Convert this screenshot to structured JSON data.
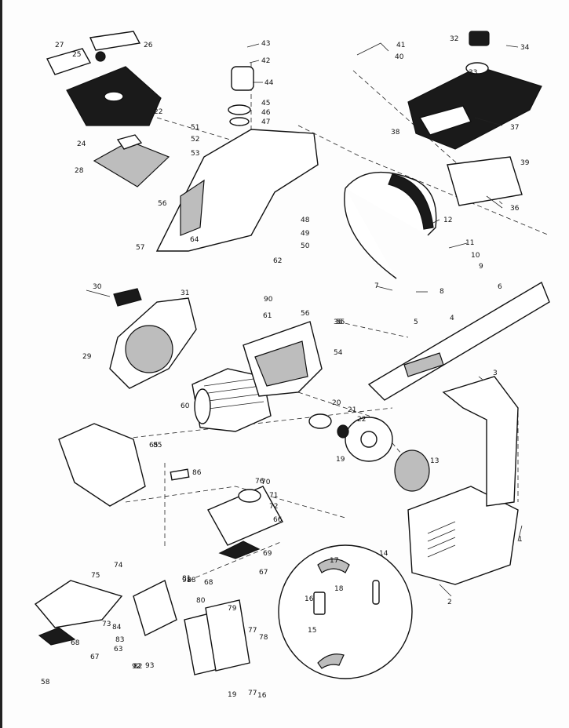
{
  "part_labels": [
    {
      "id": "p1",
      "text": "1"
    },
    {
      "id": "p2",
      "text": "2"
    },
    {
      "id": "p3",
      "text": "3"
    },
    {
      "id": "p4",
      "text": "4"
    },
    {
      "id": "p5",
      "text": "5"
    },
    {
      "id": "p6",
      "text": "6"
    },
    {
      "id": "p7",
      "text": "7"
    },
    {
      "id": "p8",
      "text": "8"
    },
    {
      "id": "p9",
      "text": "9"
    },
    {
      "id": "p10",
      "text": "10"
    },
    {
      "id": "p11",
      "text": "11"
    },
    {
      "id": "p12",
      "text": "12"
    },
    {
      "id": "p13",
      "text": "13"
    },
    {
      "id": "p14",
      "text": "14"
    },
    {
      "id": "p15",
      "text": "15"
    },
    {
      "id": "p16",
      "text": "16"
    },
    {
      "id": "p16b",
      "text": "16"
    },
    {
      "id": "p17",
      "text": "17"
    },
    {
      "id": "p18",
      "text": "18"
    },
    {
      "id": "p19",
      "text": "19"
    },
    {
      "id": "p19b",
      "text": "19"
    },
    {
      "id": "p20",
      "text": "20"
    },
    {
      "id": "p21",
      "text": "21"
    },
    {
      "id": "p22",
      "text": "22"
    },
    {
      "id": "p22b",
      "text": "22"
    },
    {
      "id": "p24",
      "text": "24"
    },
    {
      "id": "p25",
      "text": "25"
    },
    {
      "id": "p26",
      "text": "26"
    },
    {
      "id": "p27",
      "text": "27"
    },
    {
      "id": "p28",
      "text": "28"
    },
    {
      "id": "p29",
      "text": "29"
    },
    {
      "id": "p30",
      "text": "30"
    },
    {
      "id": "p31",
      "text": "31"
    },
    {
      "id": "p32",
      "text": "32"
    },
    {
      "id": "p33",
      "text": "33"
    },
    {
      "id": "p34",
      "text": "34"
    },
    {
      "id": "p35",
      "text": "35"
    },
    {
      "id": "p36",
      "text": "36"
    },
    {
      "id": "p37",
      "text": "37"
    },
    {
      "id": "p38",
      "text": "38"
    },
    {
      "id": "p39",
      "text": "39"
    },
    {
      "id": "p40",
      "text": "40"
    },
    {
      "id": "p41",
      "text": "41"
    },
    {
      "id": "p42",
      "text": "42"
    },
    {
      "id": "p43",
      "text": "43"
    },
    {
      "id": "p44",
      "text": "44"
    },
    {
      "id": "p45",
      "text": "45"
    },
    {
      "id": "p46",
      "text": "46"
    },
    {
      "id": "p47",
      "text": "47"
    },
    {
      "id": "p48",
      "text": "48"
    },
    {
      "id": "p49",
      "text": "49"
    },
    {
      "id": "p50",
      "text": "50"
    },
    {
      "id": "p51",
      "text": "51"
    },
    {
      "id": "p52",
      "text": "52"
    },
    {
      "id": "p53",
      "text": "53"
    },
    {
      "id": "p54",
      "text": "54"
    },
    {
      "id": "p55",
      "text": "55"
    },
    {
      "id": "p56",
      "text": "56"
    },
    {
      "id": "p56b",
      "text": "56"
    },
    {
      "id": "p57",
      "text": "57"
    },
    {
      "id": "p58",
      "text": "58"
    },
    {
      "id": "p60",
      "text": "60"
    },
    {
      "id": "p61",
      "text": "61"
    },
    {
      "id": "p62",
      "text": "62"
    },
    {
      "id": "p63",
      "text": "63"
    },
    {
      "id": "p64",
      "text": "64"
    },
    {
      "id": "p65",
      "text": "65"
    },
    {
      "id": "p66",
      "text": "66"
    },
    {
      "id": "p67",
      "text": "67"
    },
    {
      "id": "p67b",
      "text": "67"
    },
    {
      "id": "p68",
      "text": "68"
    },
    {
      "id": "p68b",
      "text": "68"
    },
    {
      "id": "p69",
      "text": "69"
    },
    {
      "id": "p70",
      "text": "70"
    },
    {
      "id": "p71",
      "text": "71"
    },
    {
      "id": "p72",
      "text": "72"
    },
    {
      "id": "p73",
      "text": "73"
    },
    {
      "id": "p74",
      "text": "74"
    },
    {
      "id": "p75",
      "text": "75"
    },
    {
      "id": "p76",
      "text": "76"
    },
    {
      "id": "p77",
      "text": "77"
    },
    {
      "id": "p77b",
      "text": "77"
    },
    {
      "id": "p78",
      "text": "78"
    },
    {
      "id": "p79",
      "text": "79"
    },
    {
      "id": "p80",
      "text": "80"
    },
    {
      "id": "p81",
      "text": "81"
    },
    {
      "id": "p82",
      "text": "82"
    },
    {
      "id": "p83",
      "text": "83"
    },
    {
      "id": "p84",
      "text": "84"
    },
    {
      "id": "p85",
      "text": "85"
    },
    {
      "id": "p86",
      "text": "86"
    },
    {
      "id": "p88",
      "text": "88"
    },
    {
      "id": "p90",
      "text": "90"
    },
    {
      "id": "p91",
      "text": "91"
    },
    {
      "id": "p92",
      "text": "92"
    },
    {
      "id": "p93",
      "text": "93"
    }
  ]
}
